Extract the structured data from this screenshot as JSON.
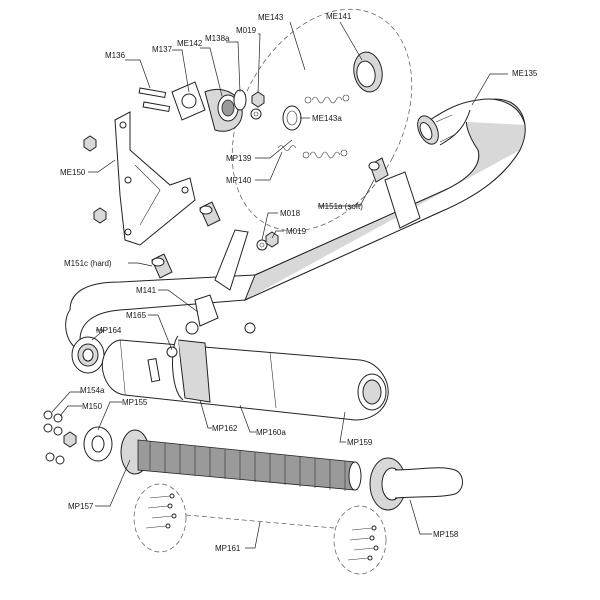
{
  "diagram": {
    "labels": {
      "me143": "ME143",
      "me141": "ME141",
      "m136": "M136",
      "m137": "M137",
      "me142": "ME142",
      "m138a": "M138a",
      "m019_top": "M019",
      "me135": "ME135",
      "me143a": "ME143a",
      "me150": "ME150",
      "mp139": "MP139",
      "mp140": "MP140",
      "m151a": "M151a (soft)",
      "m018": "M018",
      "m019_mid": "M019",
      "m151c": "M151c (hard)",
      "m141": "M141",
      "m165": "M165",
      "mp164": "MP164",
      "m154a": "M154a",
      "m150": "M150",
      "mp155": "MP155",
      "mp162": "MP162",
      "mp160a": "MP160a",
      "mp159": "MP159",
      "mp157": "MP157",
      "mp161": "MP161",
      "mp158": "MP158"
    }
  }
}
